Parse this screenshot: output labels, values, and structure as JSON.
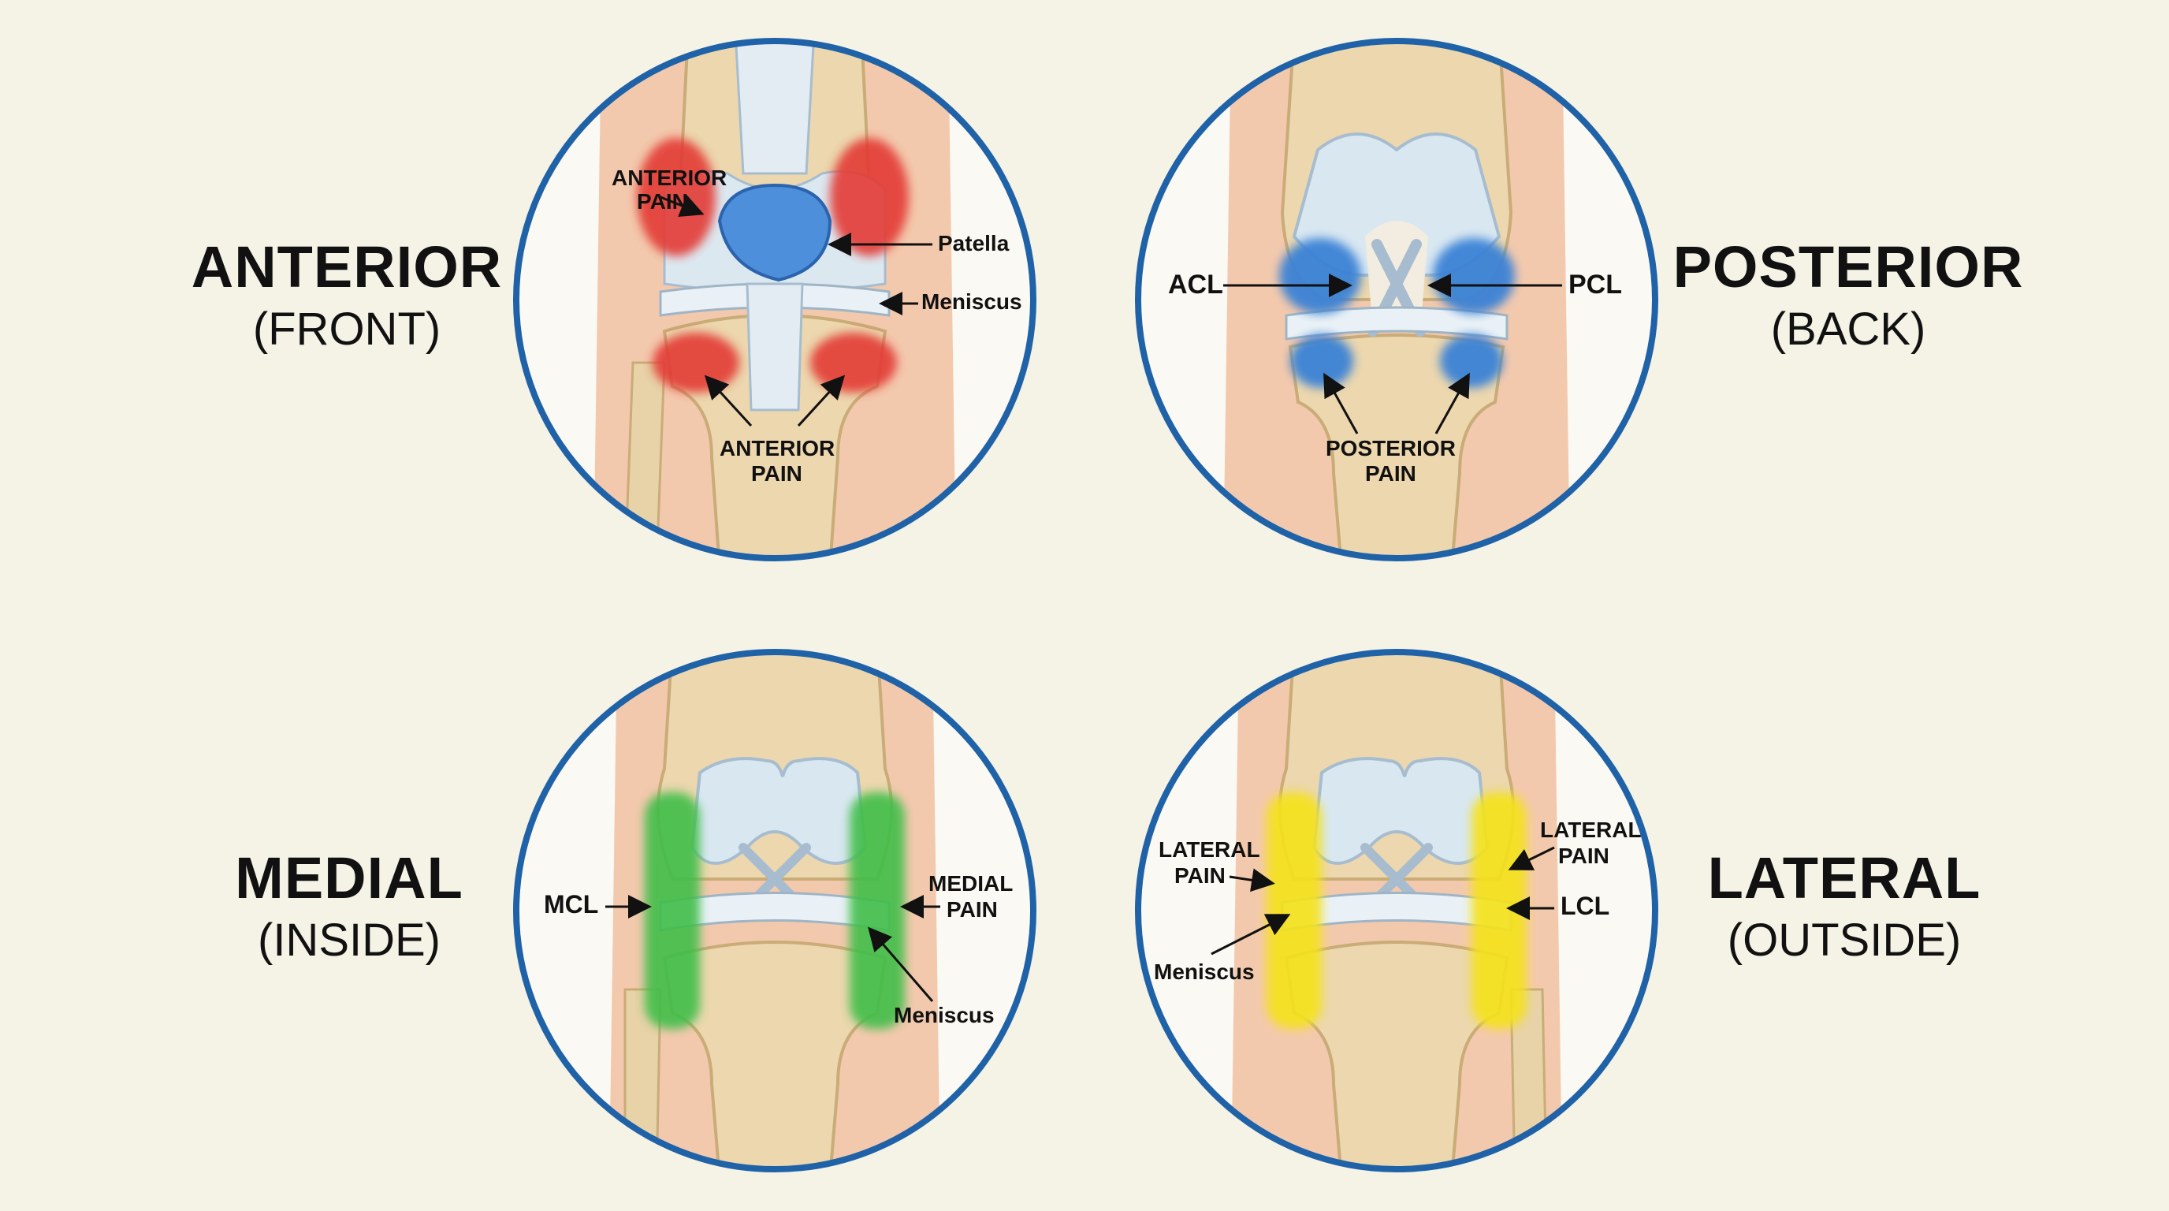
{
  "colors": {
    "background": "#f5f2e6",
    "ring": "#1f62a8",
    "anterior_pain": "#e33b34",
    "posterior_pain": "#3b82d6",
    "medial_pain": "#3fbe49",
    "lateral_pain": "#f4e21a"
  },
  "views": {
    "anterior": {
      "title": "ANTERIOR",
      "subtitle": "(FRONT)",
      "labels": {
        "pain_top": [
          "ANTERIOR",
          "PAIN"
        ],
        "patella": "Patella",
        "meniscus": "Meniscus",
        "pain_bottom": [
          "ANTERIOR",
          "PAIN"
        ]
      }
    },
    "posterior": {
      "title": "POSTERIOR",
      "subtitle": "(BACK)",
      "labels": {
        "acl": "ACL",
        "pcl": "PCL",
        "pain": [
          "POSTERIOR",
          "PAIN"
        ]
      }
    },
    "medial": {
      "title": "MEDIAL",
      "subtitle": "(INSIDE)",
      "labels": {
        "mcl": "MCL",
        "pain": [
          "MEDIAL",
          "PAIN"
        ],
        "meniscus": "Meniscus"
      }
    },
    "lateral": {
      "title": "LATERAL",
      "subtitle": "(OUTSIDE)",
      "labels": {
        "pain_left": [
          "LATERAL",
          "PAIN"
        ],
        "meniscus": "Meniscus",
        "pain_right": [
          "LATERAL",
          "PAIN"
        ],
        "lcl": "LCL"
      }
    }
  }
}
